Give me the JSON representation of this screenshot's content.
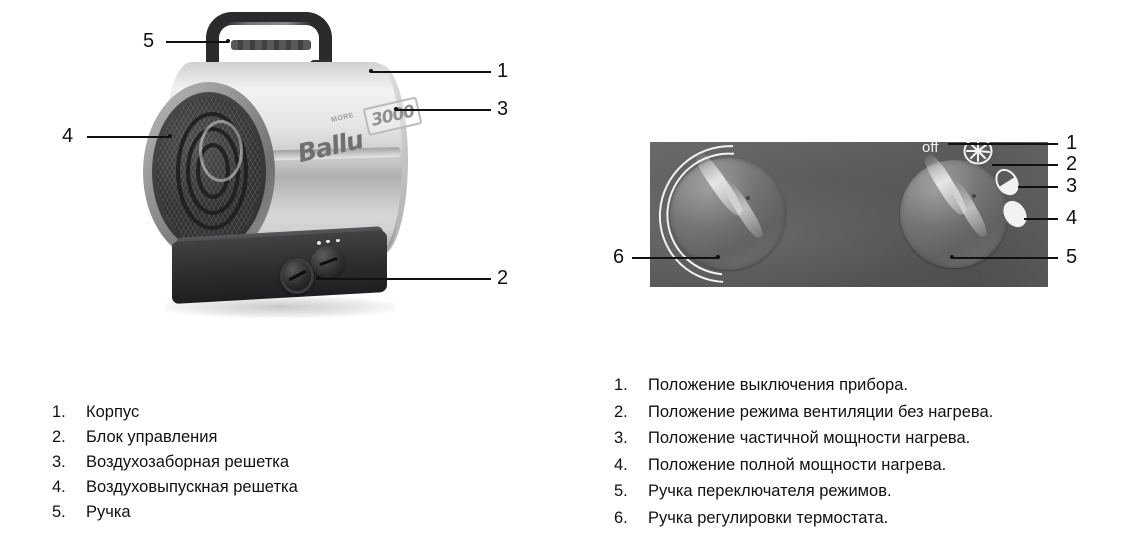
{
  "product": {
    "brand": "Ballu",
    "tagline": "MORE",
    "model": "3000",
    "callouts": [
      {
        "num": "5",
        "target": "handle"
      },
      {
        "num": "1",
        "target": "housing"
      },
      {
        "num": "3",
        "target": "air-intake-grille"
      },
      {
        "num": "4",
        "target": "air-outlet-grille"
      },
      {
        "num": "2",
        "target": "control-block"
      }
    ]
  },
  "panel": {
    "off_label": "off",
    "icons": [
      {
        "name": "fan-icon",
        "meaning": "ventilation-no-heat"
      },
      {
        "name": "half-oval-icon",
        "meaning": "partial-heat"
      },
      {
        "name": "full-oval-icon",
        "meaning": "full-heat"
      }
    ],
    "callouts": [
      {
        "num": "1",
        "target": "off-position"
      },
      {
        "num": "2",
        "target": "fan-position"
      },
      {
        "num": "3",
        "target": "partial-heat-position"
      },
      {
        "num": "4",
        "target": "full-heat-position"
      },
      {
        "num": "5",
        "target": "mode-selector-knob"
      },
      {
        "num": "6",
        "target": "thermostat-knob"
      }
    ]
  },
  "legend_left": {
    "items": [
      {
        "index": "1.",
        "label": "Корпус"
      },
      {
        "index": "2.",
        "label": "Блок управления"
      },
      {
        "index": "3.",
        "label": "Воздухозаборная решетка"
      },
      {
        "index": "4.",
        "label": "Воздуховыпускная решетка"
      },
      {
        "index": "5.",
        "label": "Ручка"
      }
    ]
  },
  "legend_right": {
    "items": [
      {
        "index": "1.",
        "label": "Положение выключения прибора."
      },
      {
        "index": "2.",
        "label": "Положение режима вентиляции без нагрева."
      },
      {
        "index": "3.",
        "label": "Положение частичной мощности нагрева."
      },
      {
        "index": "4.",
        "label": "Положение полной мощности нагрева."
      },
      {
        "index": "5.",
        "label": "Ручка переключателя режимов."
      },
      {
        "index": "6.",
        "label": "Ручка регулировки термостата."
      }
    ]
  },
  "colors": {
    "panel_background": "#585858",
    "leader_line": "#111111",
    "body_light": "#e3e5e6",
    "base_dark": "#303032",
    "arc_white": "#f2f2f2"
  }
}
